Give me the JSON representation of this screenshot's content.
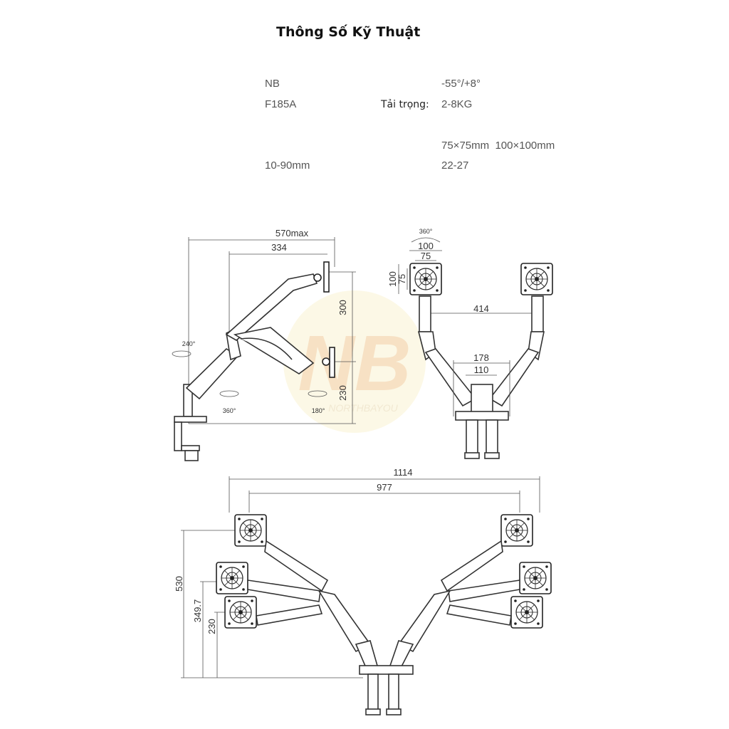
{
  "title": "Thông Số Kỹ Thuật",
  "specs": {
    "brand": "NB",
    "model": "F185A",
    "load_label": "Tải trọng:",
    "tilt": "-55°/+8°",
    "load": "2-8KG",
    "vesa": "75×75mm  100×100mm",
    "desk_thickness": "10-90mm",
    "screen_size": "22-27"
  },
  "side_view": {
    "max_reach": "570max",
    "reach": "334",
    "height_upper": "300",
    "height_lower": "230",
    "rot_240": "240°",
    "rot_360": "360°",
    "rot_180": "180°"
  },
  "front_view": {
    "rot_360": "360°",
    "vesa_100_w": "100",
    "vesa_75_w": "75",
    "vesa_100_h": "100",
    "vesa_75_h": "75",
    "span": "414",
    "base_178": "178",
    "base_110": "110"
  },
  "top_view": {
    "width_total": "1114",
    "width_inner": "977",
    "height_530": "530",
    "height_349": "349.7",
    "height_230": "230"
  },
  "watermark": {
    "logo": "NB",
    "text": "NORTHBAYOU",
    "color": "#f3c23c"
  }
}
